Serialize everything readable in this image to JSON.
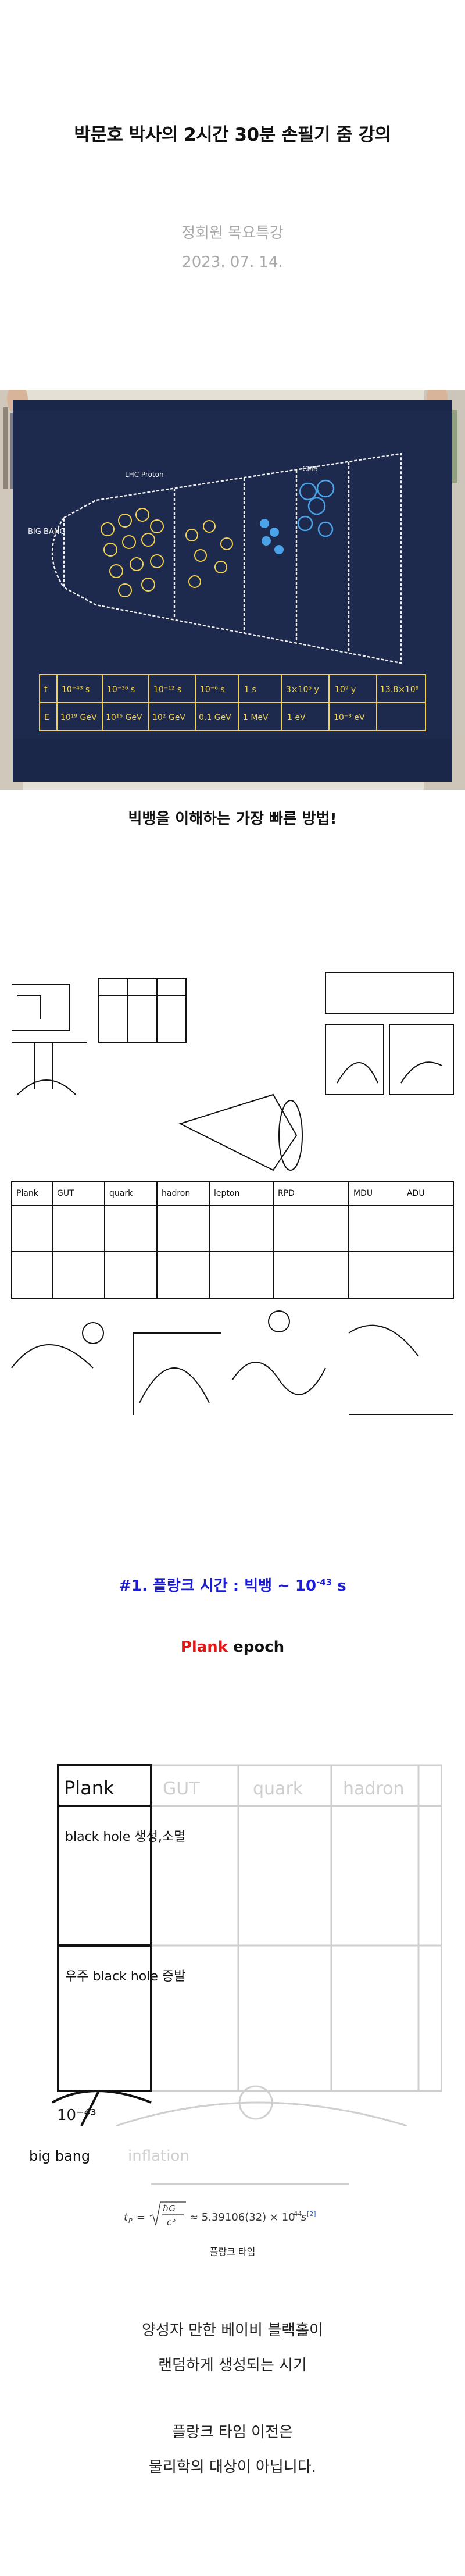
{
  "header": {
    "title": "박문호 박사의 2시간 30분 손필기 줌 강의",
    "subtitle": "정회원 목요특강",
    "date": "2023. 07. 14."
  },
  "photo": {
    "caption": "빅뱅을 이해하는 가장 빠른 방법!",
    "handwritten": {
      "label_left": "BIG BANG",
      "label_lhc": "LHC Proton",
      "label_cmb": "CMB",
      "timeline": [
        "t",
        "10⁻⁴³ s",
        "10⁻³⁶ s",
        "10⁻¹² s",
        "10⁻⁶ s",
        "1 s",
        "3×10⁵ y",
        "10⁹ y",
        "13.8×10⁹"
      ],
      "energy": [
        "E",
        "10¹⁹ GeV",
        "10¹⁶ GeV",
        "10² GeV",
        "0.1 GeV",
        "1 MeV",
        "1 eV",
        "10⁻³ eV"
      ]
    }
  },
  "section1": {
    "heading_prefix": "#1. 플랑크 시간 : 빅뱅 ~  10",
    "heading_exp": "-43",
    "heading_suffix": " s",
    "epoch_red": "Plank",
    "epoch_rest": " epoch"
  },
  "sketch": {
    "table_headers": [
      "Plank",
      "GUT",
      "quark",
      "hadron",
      "lepton",
      "RPD",
      "MDU",
      "ADU"
    ],
    "plank_cell_1": "black hole 생성,소멸",
    "plank_cell_2": "우주 black hole 증발",
    "bottom_labels": [
      "10⁻⁴³",
      "big bang",
      "inflation"
    ]
  },
  "formula": {
    "caption": "플랑크 타임"
  },
  "description": {
    "lines1": [
      "양성자 만한 베이비 블랙홀이",
      "랜덤하게 생성되는 시기"
    ],
    "lines2": [
      "플랑크 타임 이전은",
      "물리학의 대상이 아닙니다."
    ]
  },
  "colors": {
    "heading_blue": "#1b1bd6",
    "epoch_red": "#e11919",
    "muted_gray": "#a8a8a8",
    "cloth_navy": "#1d2a4d"
  }
}
